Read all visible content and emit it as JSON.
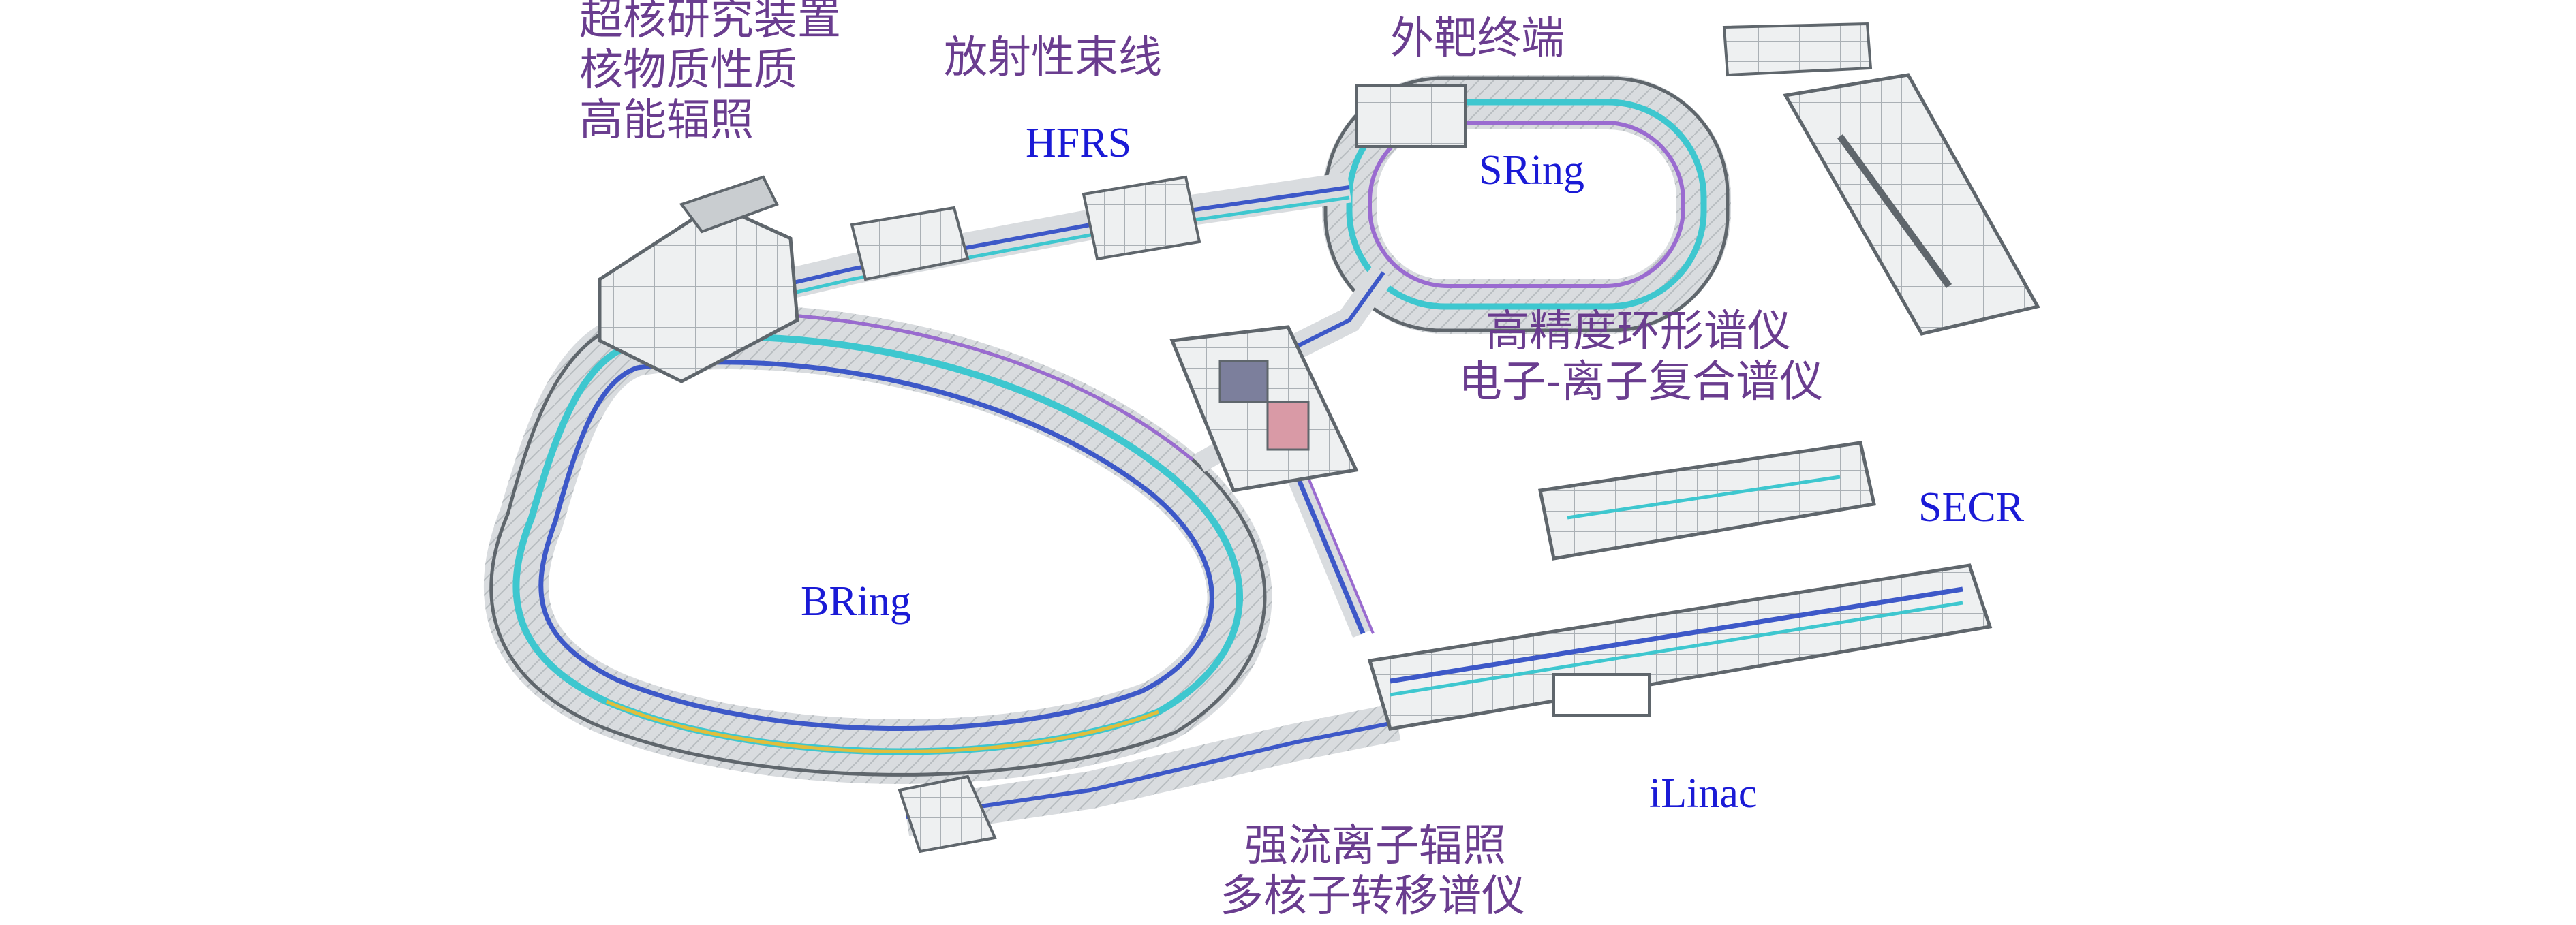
{
  "colors": {
    "chinese_label": "#6a3d8f",
    "english_label": "#1a1ad6",
    "steel": "#8f969c",
    "steel_dark": "#5f666c",
    "cyan_pipe": "#3ec7cf",
    "blue_pipe": "#3d58c8",
    "purple_pipe": "#9a6bd0",
    "concrete": "#d9dcdf"
  },
  "labels": {
    "super_nuclear": [
      "超核研究装置",
      "核物质性质",
      "高能辐照"
    ],
    "radioactive_beamline": "放射性束线",
    "hfrs": "HFRS",
    "external_target": "外靶终端",
    "sring": "SRing",
    "spectrometers": [
      "高精度环形谱仪",
      "电子-离子复合谱仪"
    ],
    "secr": "SECR",
    "bring": "BRing",
    "ilinac": "iLinac",
    "irradiation": [
      "强流离子辐照",
      "多核子转移谱仪"
    ]
  }
}
